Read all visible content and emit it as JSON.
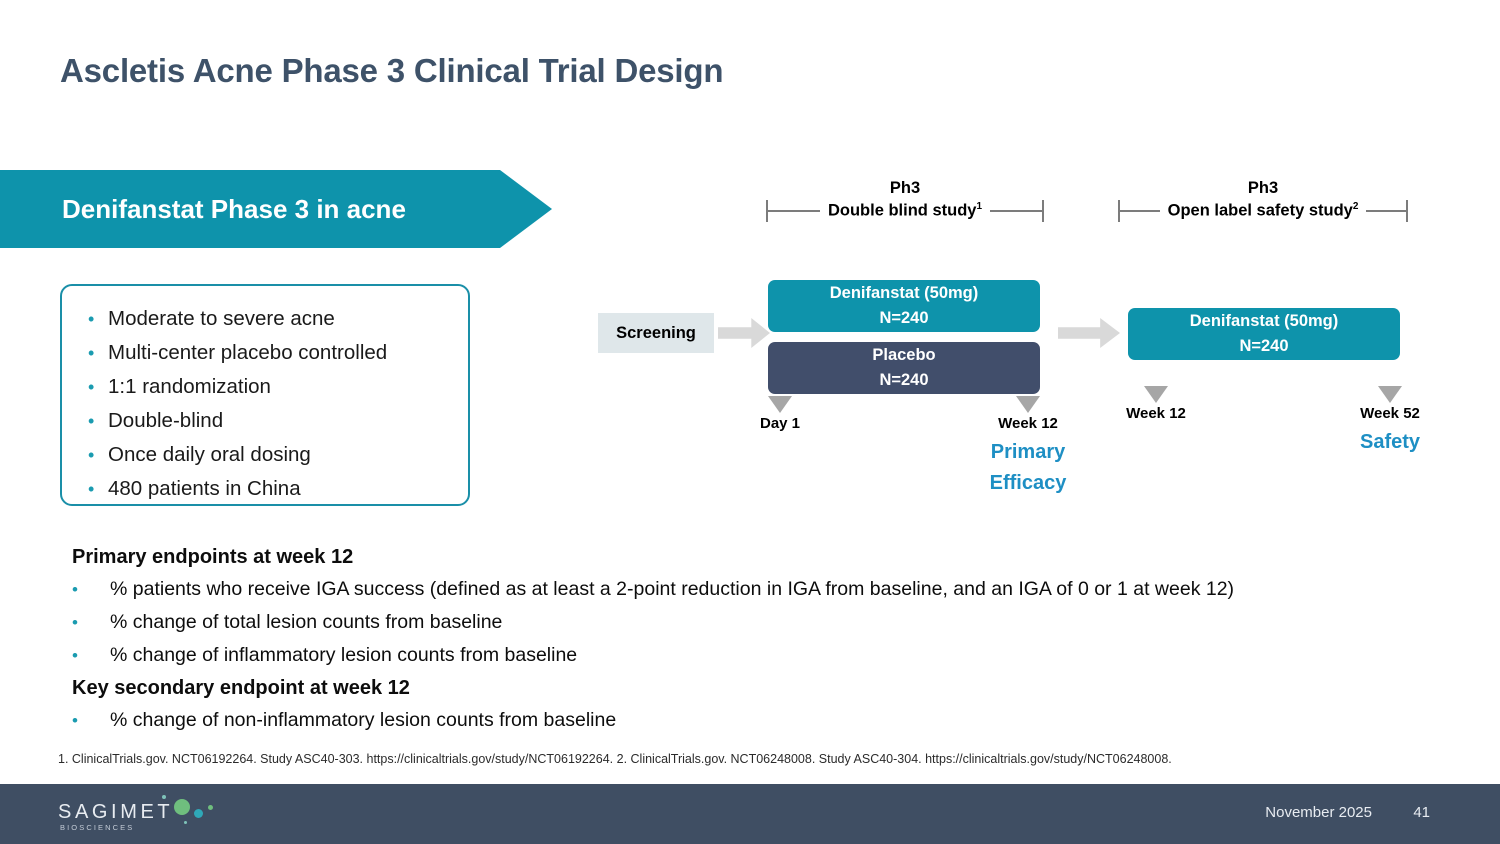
{
  "slide": {
    "title": "Ascletis Acne Phase 3 Clinical Trial Design",
    "banner_label": "Denifanstat Phase 3 in acne"
  },
  "colors": {
    "teal": "#0E93AB",
    "navy": "#414E6B",
    "title_slate": "#3E5269",
    "accent_blue": "#1E8FC4",
    "bullet_teal": "#1A9BB0",
    "screening_grey": "#DFE7EA",
    "arrow_grey": "#D9D9D9",
    "marker_grey": "#A6A6A6",
    "footer_navy": "#3F4E63"
  },
  "study_box": {
    "bullets": [
      "Moderate to severe acne",
      "Multi-center placebo controlled",
      "1:1 randomization",
      "Double-blind",
      "Once daily oral dosing",
      "480 patients in China"
    ]
  },
  "diagram": {
    "phases": [
      {
        "ph": "Ph3",
        "name": "Double blind study",
        "footnote_marker": "1"
      },
      {
        "ph": "Ph3",
        "name": "Open label safety study",
        "footnote_marker": "2"
      }
    ],
    "screening_label": "Screening",
    "arms": [
      {
        "name": "Denifanstat (50mg)",
        "n": "N=240"
      },
      {
        "name": "Placebo",
        "n": "N=240"
      },
      {
        "name": "Denifanstat (50mg)",
        "n": "N=240"
      }
    ],
    "timeline": [
      {
        "label": "Day 1",
        "sub": ""
      },
      {
        "label": "Week 12",
        "sub": "Primary\nEfficacy",
        "sub_line1": "Primary",
        "sub_line2": "Efficacy"
      },
      {
        "label": "Week 12",
        "sub": ""
      },
      {
        "label": "Week 52",
        "sub": "Safety",
        "sub_line1": "Safety",
        "sub_line2": ""
      }
    ]
  },
  "endpoints": {
    "primary_heading": "Primary endpoints at week 12",
    "primary_items": [
      "% patients who receive IGA success (defined as at least a 2-point reduction in IGA from baseline, and an IGA of 0 or 1 at week 12)",
      "% change of total lesion counts from baseline",
      "% change of inflammatory lesion counts from baseline"
    ],
    "secondary_heading": "Key secondary endpoint at week 12",
    "secondary_items": [
      "% change of non-inflammatory lesion counts from baseline"
    ]
  },
  "footnote": "1. ClinicalTrials.gov. NCT06192264. Study ASC40-303. https://clinicaltrials.gov/study/NCT06192264. 2. ClinicalTrials.gov. NCT06248008. Study ASC40-304. https://clinicaltrials.gov/study/NCT06248008.",
  "footer": {
    "logo_word": "SAGIMET",
    "logo_sub": "BIOSCIENCES",
    "date": "November 2025",
    "page_number": "41"
  }
}
